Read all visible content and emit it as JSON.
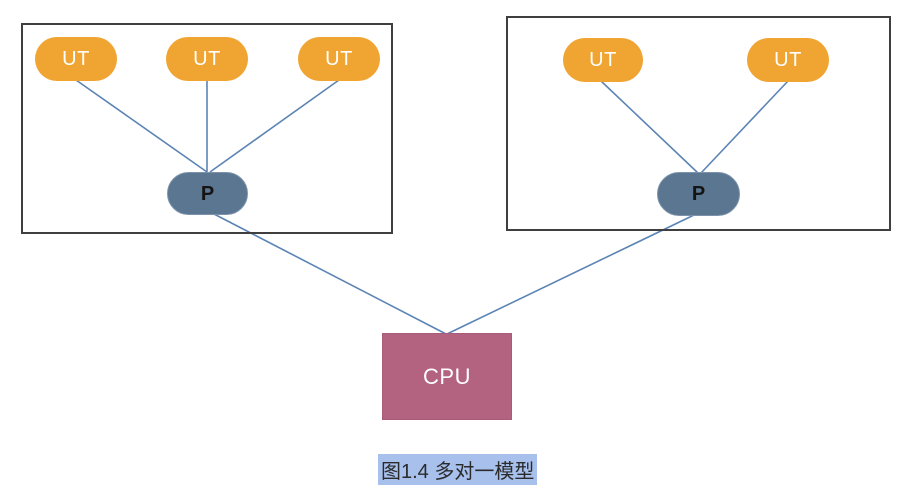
{
  "diagram": {
    "left_group": {
      "ut_labels": [
        "UT",
        "UT",
        "UT"
      ],
      "p_label": "P"
    },
    "right_group": {
      "ut_labels": [
        "UT",
        "UT"
      ],
      "p_label": "P"
    },
    "cpu_label": "CPU",
    "caption": "图1.4 多对一模型",
    "colors": {
      "ut_fill": "#f0a431",
      "ut_text": "#ffffff",
      "p_fill": "#5b7691",
      "p_text": "#141414",
      "cpu_fill": "#b3637f",
      "cpu_text": "#ffffff",
      "connector_line": "#5b84b4",
      "group_border": "#3f3f3f",
      "caption_highlight": "#a7c0ec",
      "caption_text": "#2b2b2b",
      "background": "#ffffff"
    }
  }
}
